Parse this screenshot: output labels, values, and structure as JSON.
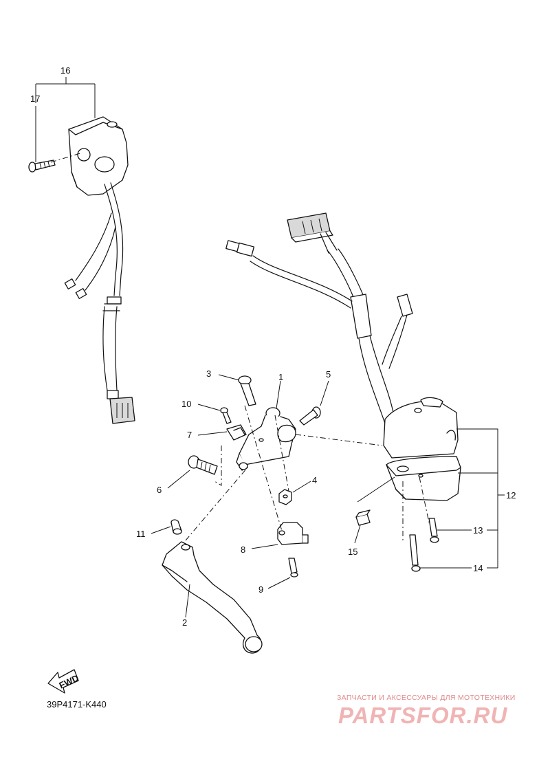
{
  "diagram": {
    "part_code": "39P4171-K440",
    "direction_arrow": "FWD",
    "watermark": {
      "caption": "ЗАПЧАСТИ И АКСЕССУАРЫ ДЛЯ МОТОТЕХНИКИ",
      "logo": "PARTSFOR.RU"
    },
    "callouts": [
      "1",
      "2",
      "3",
      "4",
      "5",
      "6",
      "7",
      "8",
      "9",
      "10",
      "11",
      "12",
      "13",
      "14",
      "15",
      "16",
      "17"
    ]
  }
}
